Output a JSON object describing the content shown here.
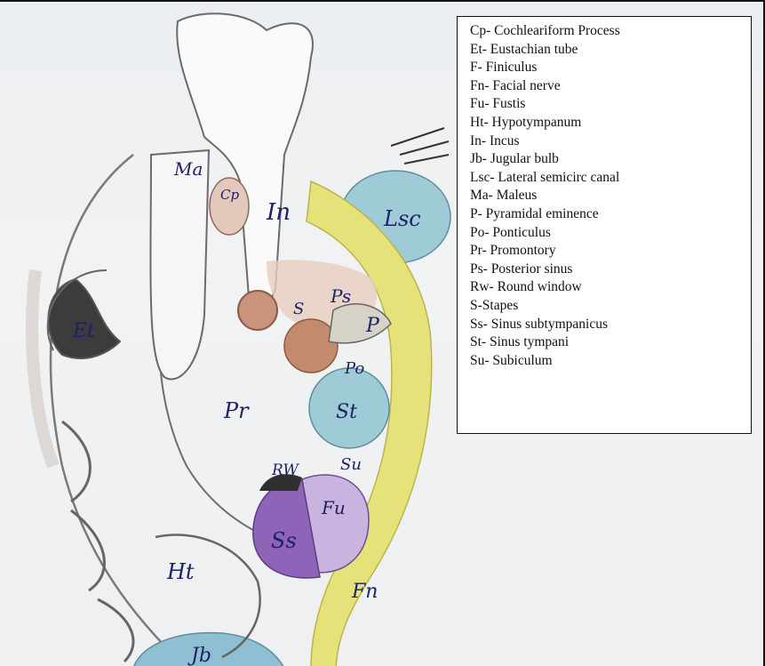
{
  "labels": {
    "ma": "Ma",
    "cp": "Cp",
    "in": "In",
    "lsc": "Lsc",
    "et": "Et",
    "s": "S",
    "ps": "Ps",
    "p": "P",
    "po": "Po",
    "pr": "Pr",
    "st": "St",
    "rw": "RW",
    "su": "Su",
    "fu": "Fu",
    "ss": "Ss",
    "ht": "Ht",
    "fn": "Fn",
    "jb": "Jb"
  },
  "legend": [
    "Cp- Cochleariform Process",
    "Et- Eustachian tube",
    "F- Finiculus",
    "Fn- Facial nerve",
    "Fu- Fustis",
    "Ht- Hypotympanum",
    "In- Incus",
    "Jb- Jugular bulb",
    "Lsc- Lateral semicirc canal",
    "Ma- Maleus",
    "P- Pyramidal eminence",
    "Po- Ponticulus",
    "Pr- Promontory",
    "Ps- Posterior sinus",
    "Rw- Round window",
    "S-Stapes",
    "Ss- Sinus subtympanicus",
    "St- Sinus tympani",
    "Su- Subiculum"
  ],
  "colors": {
    "facial_nerve": "#e6e27a",
    "blue_structures": "#9fcbd6",
    "jugular_bulb": "#8fbfd3",
    "sinus_subtympanicus": "#8f63b8",
    "fustis": "#c9b4e0",
    "stapes_region": "#c48a6e",
    "posterior_sinus": "#e9cdbf",
    "label_ink": "#1c2266"
  }
}
